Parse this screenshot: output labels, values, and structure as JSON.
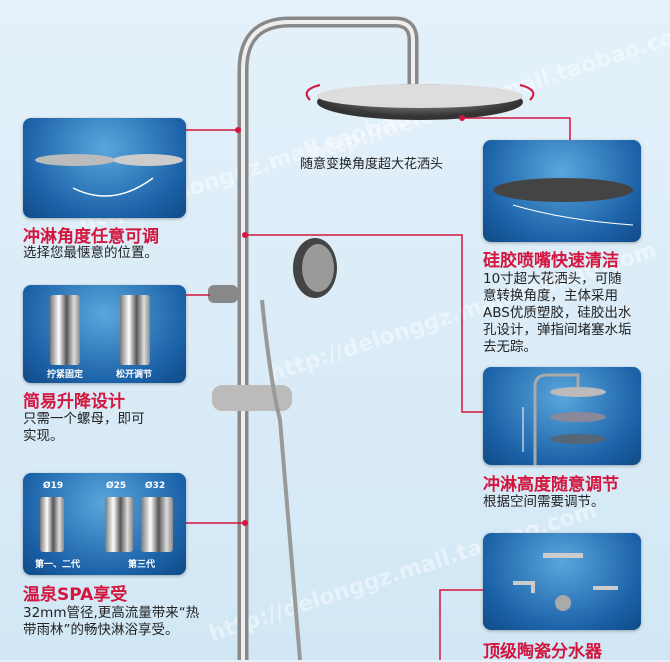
{
  "watermark": "http://delonggz.mall.taobao.com",
  "head_caption": "随意变换角度超大花洒头",
  "features_left": [
    {
      "title": "冲淋角度任意可调",
      "text": "选择您最惬意的位置。"
    },
    {
      "title": "简易升降设计",
      "text": "只需一个螺母，即可实现。",
      "labels": [
        "拧紧固定",
        "松开调节"
      ]
    },
    {
      "title": "温泉SPA享受",
      "text": "32mm管径,更高流量带来“热带雨林”的畅快淋浴享受。",
      "labels": [
        "第一、二代",
        "第三代"
      ],
      "diameters": [
        "Ø19",
        "Ø25",
        "Ø32"
      ]
    }
  ],
  "features_right": [
    {
      "title": "硅胶喷嘴快速清洁",
      "text": "10寸超大花洒头，可随意转换角度，主体采用ABS优质塑胶，硅胶出水孔设计，弹指间堵塞水垢去无踪。"
    },
    {
      "title": "冲淋高度随意调节",
      "text": "根据空间需要调节。"
    },
    {
      "title": "顶级陶瓷分水器"
    }
  ],
  "colors": {
    "accent": "#d3163f",
    "panel": "#1b62a8"
  }
}
